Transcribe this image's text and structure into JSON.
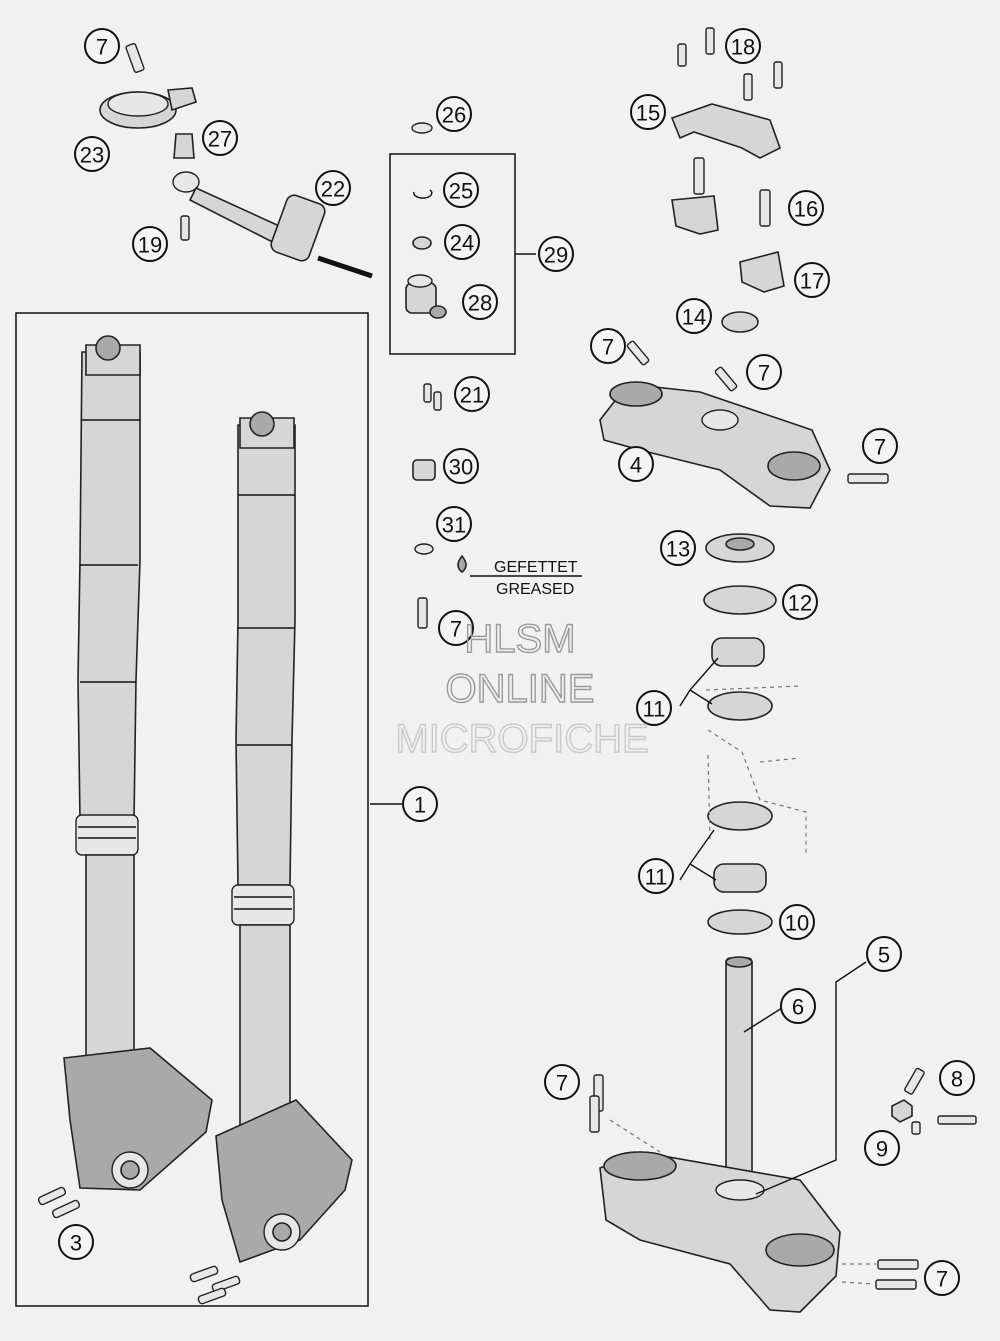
{
  "diagram": {
    "callouts": [
      "1",
      "3",
      "4",
      "5",
      "6",
      "7",
      "7",
      "7",
      "7",
      "7",
      "7",
      "7",
      "8",
      "9",
      "10",
      "11",
      "11",
      "12",
      "13",
      "14",
      "15",
      "16",
      "17",
      "18",
      "19",
      "21",
      "22",
      "23",
      "24",
      "25",
      "26",
      "27",
      "28",
      "29",
      "30",
      "31"
    ],
    "notes": {
      "de": "GEFETTET",
      "en": "GREASED"
    },
    "watermark": [
      "HLSM",
      "ONLINE",
      "MICROFICHE"
    ]
  }
}
